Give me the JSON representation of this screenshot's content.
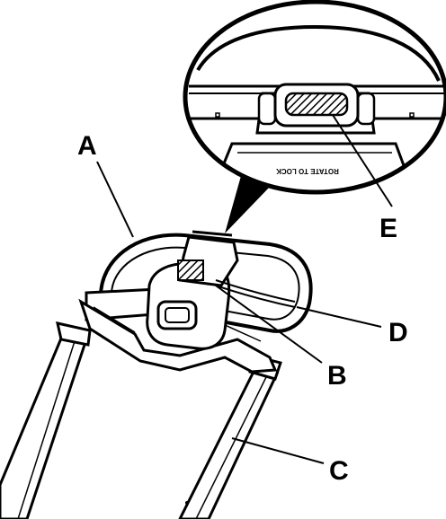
{
  "callouts": {
    "a": "A",
    "b": "B",
    "c": "C",
    "d": "D",
    "e": "E"
  },
  "housing_marking": "ROTATE TO LOCK",
  "colors": {
    "line": "#000000",
    "background": "#ffffff",
    "hatch": "#000000"
  }
}
